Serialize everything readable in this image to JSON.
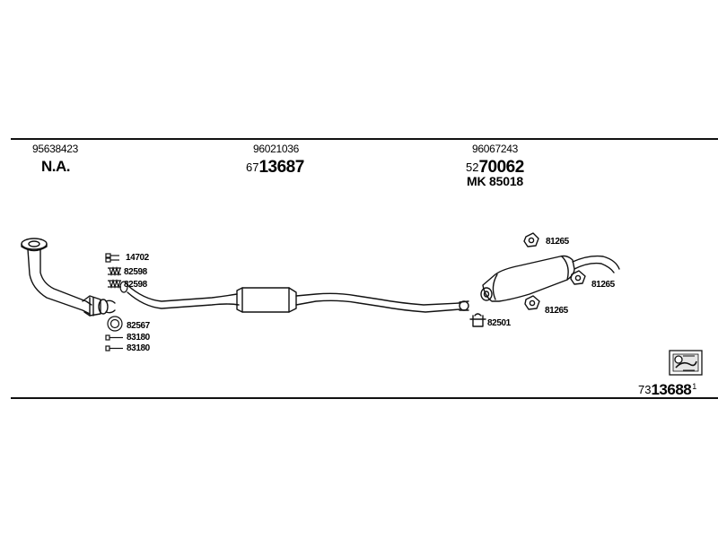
{
  "columns": [
    {
      "part_number": "95638423",
      "designation": "N.A."
    },
    {
      "part_number": "96021036",
      "ref_prefix": "67",
      "ref_main": "13687"
    },
    {
      "part_number": "96067243",
      "ref_prefix": "52",
      "ref_main": "70062",
      "kit": "MK  85018"
    }
  ],
  "callouts": {
    "c14702": "14702",
    "c82598a": "82598",
    "c82598b": "82598",
    "c82567": "82567",
    "c83180a": "83180",
    "c83180b": "83180",
    "c82501": "82501",
    "c81265a": "81265",
    "c81265b": "81265",
    "c81265c": "81265"
  },
  "footer": {
    "ref_prefix": "73",
    "ref_main": "13688",
    "suffix": "1"
  },
  "colors": {
    "line": "#111111",
    "background": "#ffffff"
  },
  "icons": [
    "exhaust-pipe-diagram-icon",
    "catalog-kit-icon"
  ]
}
